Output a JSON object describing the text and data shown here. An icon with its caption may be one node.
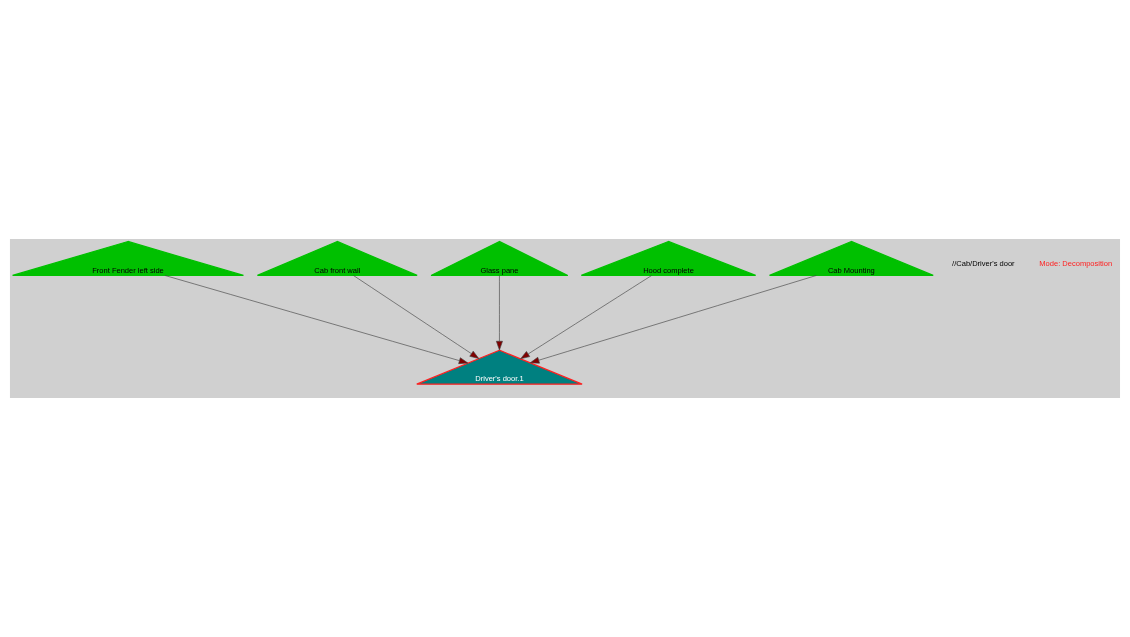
{
  "diagram": {
    "nodes": [
      {
        "text": [
          "Front Fender left side"
        ]
      },
      {
        "text": [
          "Cab front wall"
        ]
      },
      {
        "text": [
          "Glass pane"
        ]
      },
      {
        "text": [
          "Hood complete"
        ]
      },
      {
        "text": [
          "Cab Mounting"
        ]
      },
      {
        "text": [
          "Driver's door.1"
        ]
      }
    ],
    "edges": [
      {
        "from": 0,
        "to": 5,
        "arrow": "to"
      },
      {
        "from": 1,
        "to": 5,
        "arrow": "to"
      },
      {
        "from": 2,
        "to": 5,
        "arrow": "to"
      },
      {
        "from": 3,
        "to": 5,
        "arrow": "to"
      },
      {
        "from": 4,
        "to": 5,
        "arrow": "to"
      }
    ],
    "labels": [
      "//Cab/Driver's door",
      "Mode: Decomposition"
    ]
  }
}
